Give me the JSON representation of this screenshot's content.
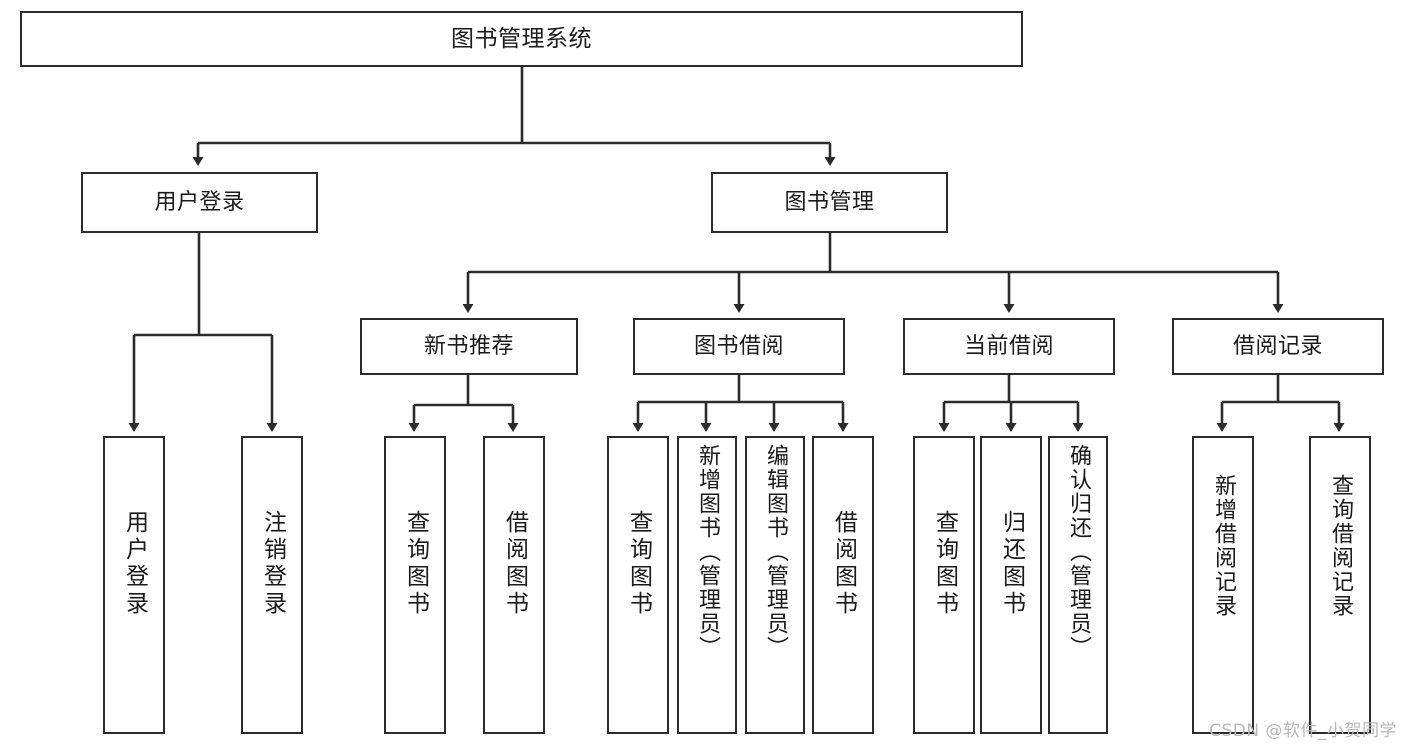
{
  "diagram": {
    "title": "图书管理系统",
    "type": "tree",
    "root": {
      "label": "图书管理系统"
    },
    "level1": [
      {
        "label": "用户登录"
      },
      {
        "label": "图书管理"
      }
    ],
    "level2": [
      {
        "label": "新书推荐"
      },
      {
        "label": "图书借阅"
      },
      {
        "label": "当前借阅"
      },
      {
        "label": "借阅记录"
      }
    ],
    "leaves": {
      "user_login": [
        {
          "label": "用户登录"
        },
        {
          "label": "注销登录"
        }
      ],
      "new_book_recommend": [
        {
          "label": "查询图书"
        },
        {
          "label": "借阅图书"
        }
      ],
      "book_borrow": [
        {
          "label": "查询图书"
        },
        {
          "label": "新增图书（管理员）"
        },
        {
          "label": "编辑图书（管理员）"
        },
        {
          "label": "借阅图书"
        }
      ],
      "current_borrow": [
        {
          "label": "查询图书"
        },
        {
          "label": "归还图书"
        },
        {
          "label": "确认归还（管理员）"
        }
      ],
      "borrow_record": [
        {
          "label": "新增借阅记录"
        },
        {
          "label": "查询借阅记录"
        }
      ]
    }
  },
  "watermark": {
    "text": "CSDN @软件_小贺同学"
  },
  "colors": {
    "stroke": "#2b2b2b",
    "fill": "#ffffff",
    "text": "#1a1a1a",
    "watermark": "#b8b8b8"
  }
}
